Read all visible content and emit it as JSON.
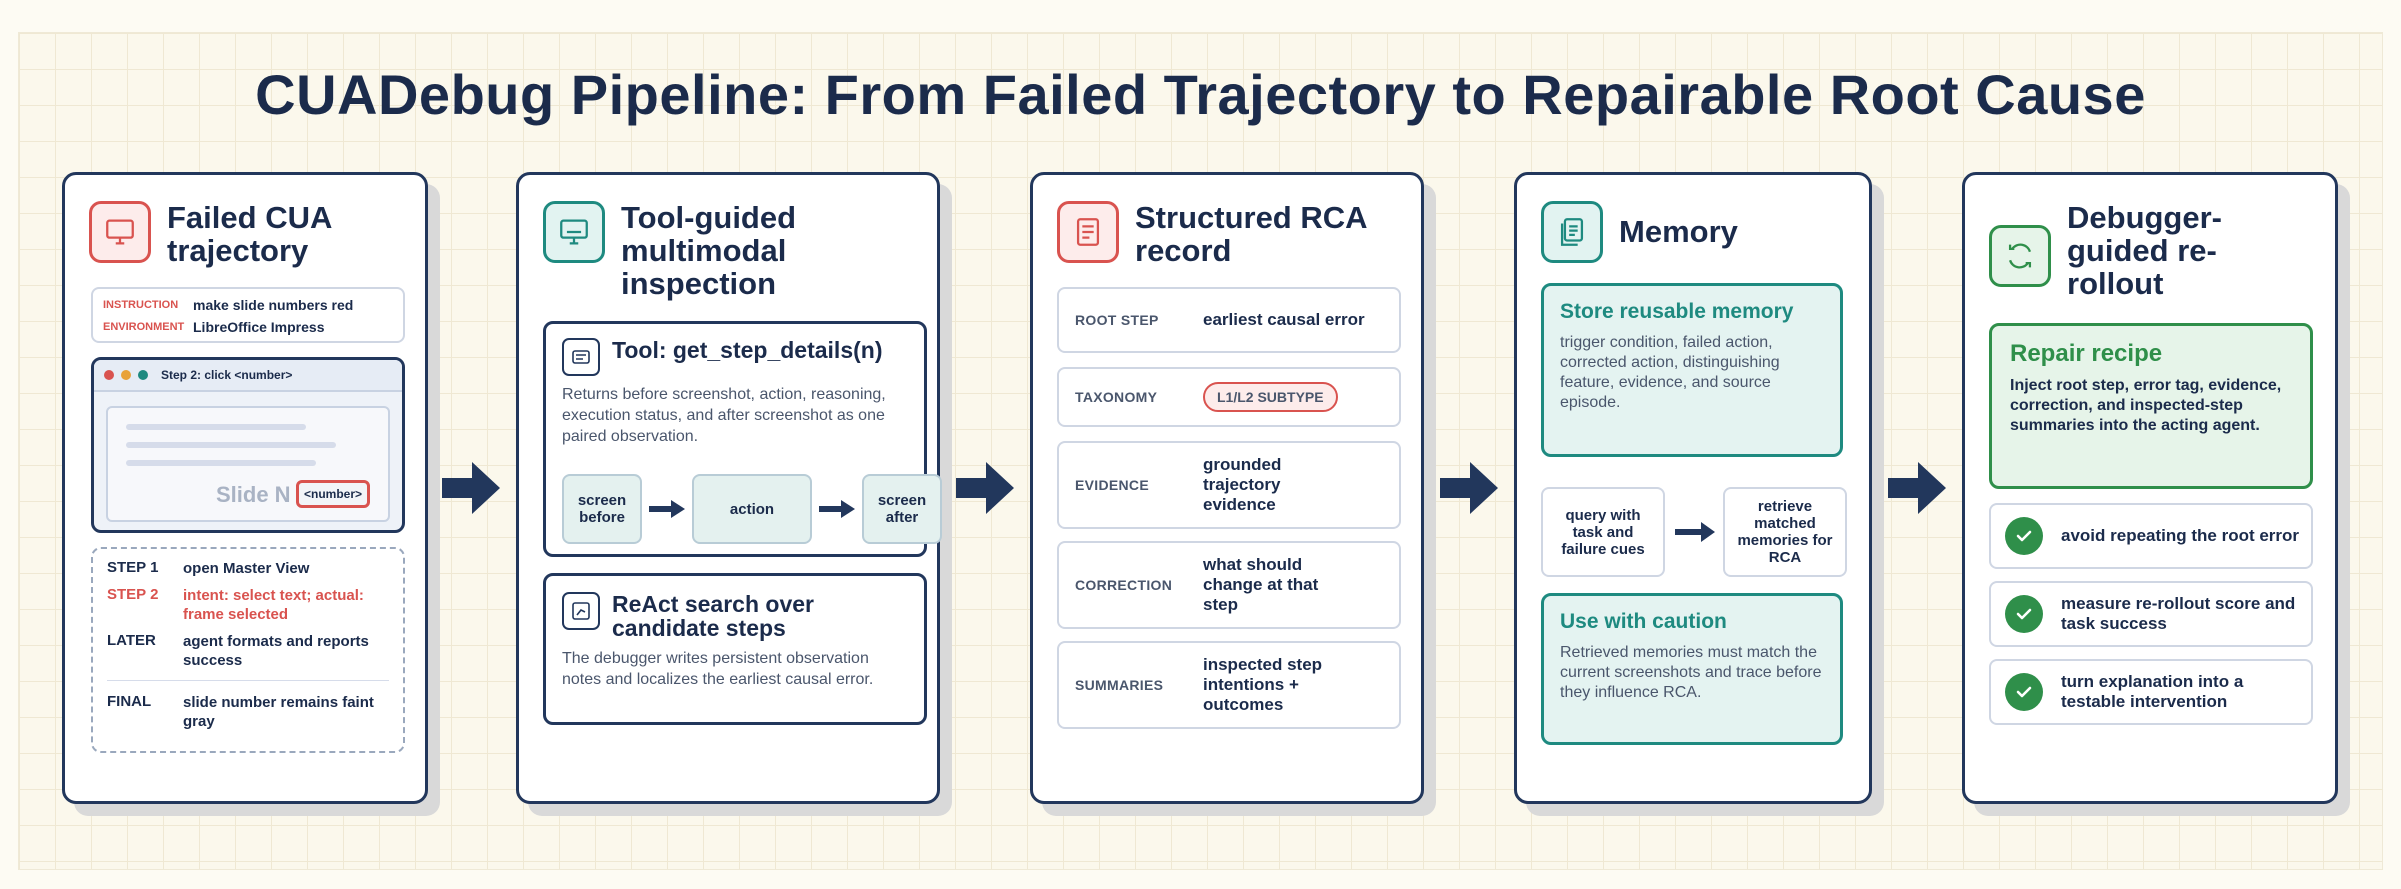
{
  "title": "CUADebug Pipeline: From Failed Trajectory to Repairable Root Cause",
  "colors": {
    "navy": "#1b2b4b",
    "red": "#d9534f",
    "teal": "#1e8a80",
    "green": "#2f8f4a"
  },
  "card1": {
    "icon": "monitor-icon",
    "title": "Failed CUA trajectory",
    "instruction_key": "INSTRUCTION",
    "instruction_val": "make slide numbers red",
    "environment_key": "ENVIRONMENT",
    "environment_val": "LibreOffice Impress",
    "window_title": "Step 2: click <number>",
    "slide_text": "Slide N",
    "number_tag": "<number>",
    "steps": [
      {
        "key": "STEP 1",
        "val": "open Master View"
      },
      {
        "key": "STEP 2",
        "val": "intent: select text; actual: frame selected"
      },
      {
        "key": "LATER",
        "val": "agent formats and reports success"
      },
      {
        "key": "FINAL",
        "val": "slide number remains faint gray"
      }
    ]
  },
  "card2": {
    "icon": "inspect-screen-icon",
    "title": "Tool-guided multimodal inspection",
    "tool_title": "Tool: get_step_details(n)",
    "tool_desc": "Returns before screenshot, action, reasoning, execution status, and after screenshot as one paired observation.",
    "flow": [
      "screen before",
      "action",
      "screen after"
    ],
    "react_title": "ReAct search over candidate steps",
    "react_desc": "The debugger writes persistent observation notes and localizes the earliest causal error."
  },
  "card3": {
    "icon": "document-icon",
    "title": "Structured RCA record",
    "rows": [
      {
        "key": "ROOT STEP",
        "val": "earliest causal error"
      },
      {
        "key": "TAXONOMY",
        "val": "L1/L2 SUBTYPE"
      },
      {
        "key": "EVIDENCE",
        "val": "grounded trajectory evidence"
      },
      {
        "key": "CORRECTION",
        "val": "what should change at that step"
      },
      {
        "key": "SUMMARIES",
        "val": "inspected step intentions + outcomes"
      }
    ]
  },
  "card4": {
    "icon": "memory-docs-icon",
    "title": "Memory",
    "store_title": "Store reusable memory",
    "store_desc": "trigger condition, failed action, corrected action, distinguishing feature, evidence, and source episode.",
    "query": "query with task and failure cues",
    "retrieve": "retrieve matched memories for RCA",
    "caution_title": "Use with caution",
    "caution_desc": "Retrieved memories must match the current screenshots and trace before they influence RCA."
  },
  "card5": {
    "icon": "refresh-icon",
    "title": "Debugger-guided re-rollout",
    "recipe_title": "Repair recipe",
    "recipe_desc": "Inject root step, error tag, evidence, correction, and inspected-step summaries into the acting agent.",
    "checks": [
      "avoid repeating the root error",
      "measure re-rollout score and task success",
      "turn explanation into a testable intervention"
    ]
  }
}
